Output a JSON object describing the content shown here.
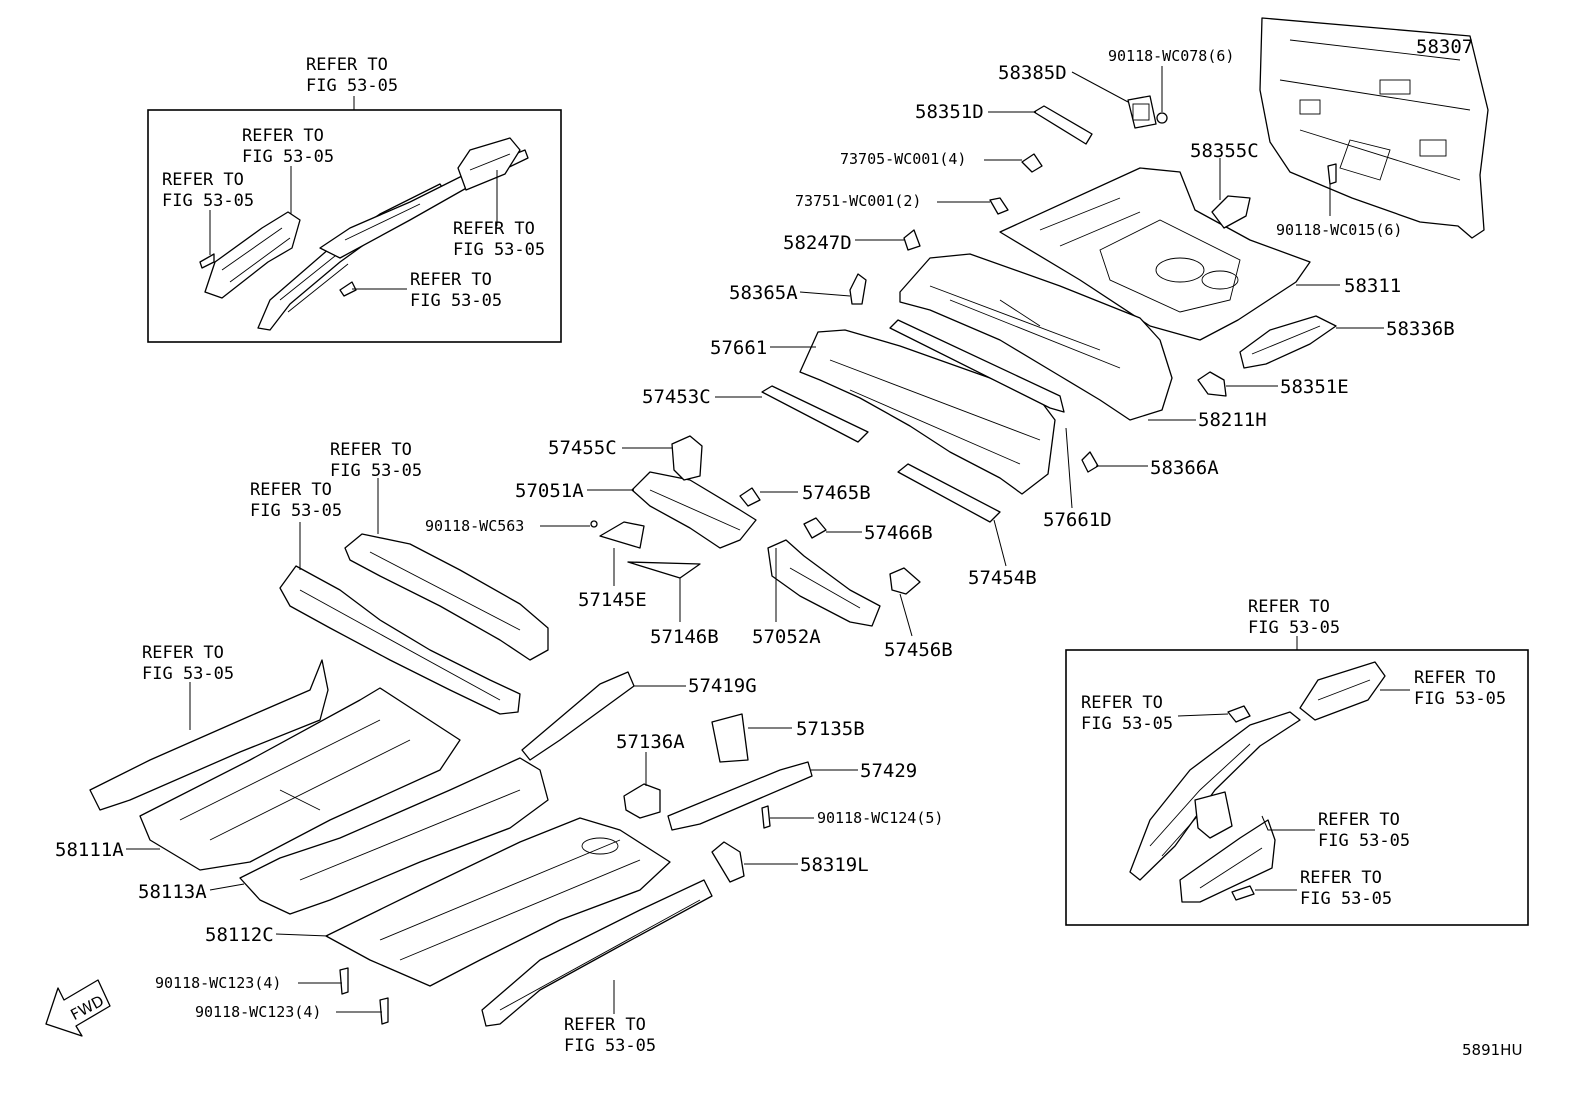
{
  "refer_line1": "REFER TO",
  "refer_line2": "FIG 53-05",
  "parts": {
    "p58307": "58307",
    "p58385D": "58385D",
    "p90118WC078": "90118-WC078(6)",
    "p58351D": "58351D",
    "p58355C": "58355C",
    "p73705": "73705-WC001(4)",
    "p73751": "73751-WC001(2)",
    "p90118WC015": "90118-WC015(6)",
    "p58247D": "58247D",
    "p58311": "58311",
    "p58365A": "58365A",
    "p58336B": "58336B",
    "p57661": "57661",
    "p58351E": "58351E",
    "p57453C": "57453C",
    "p58211H": "58211H",
    "p57455C": "57455C",
    "p58366A": "58366A",
    "p57051A": "57051A",
    "p57465B": "57465B",
    "p57661D": "57661D",
    "p90118WC563": "90118-WC563",
    "p57466B": "57466B",
    "p57145E": "57145E",
    "p57454B": "57454B",
    "p57146B": "57146B",
    "p57052A": "57052A",
    "p57456B": "57456B",
    "p57419G": "57419G",
    "p57135B": "57135B",
    "p57136A": "57136A",
    "p57429": "57429",
    "p90118WC124": "90118-WC124(5)",
    "p58111A": "58111A",
    "p58319L": "58319L",
    "p58113A": "58113A",
    "p58112C": "58112C",
    "p90118WC123a": "90118-WC123(4)",
    "p90118WC123b": "90118-WC123(4)"
  },
  "fwd_label": "FWD",
  "diagram_code": "5891HU",
  "icons": {
    "fwd_arrow": "fwd-arrow-icon"
  }
}
